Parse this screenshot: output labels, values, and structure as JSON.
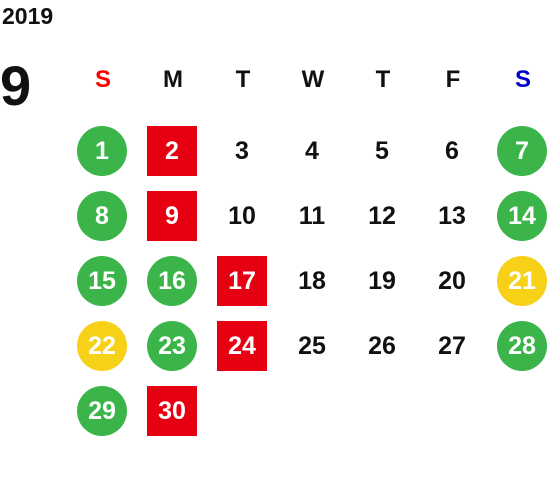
{
  "year": "2019",
  "month": "9",
  "colors": {
    "sunday": "#ff0000",
    "saturday": "#0000cc",
    "green": "#3bb54a",
    "yellow": "#f7d117",
    "red": "#e60012"
  },
  "weekdays": [
    "S",
    "M",
    "T",
    "W",
    "T",
    "F",
    "S"
  ],
  "weeks": [
    [
      {
        "d": "1",
        "s": "green"
      },
      {
        "d": "2",
        "s": "red"
      },
      {
        "d": "3",
        "s": ""
      },
      {
        "d": "4",
        "s": ""
      },
      {
        "d": "5",
        "s": ""
      },
      {
        "d": "6",
        "s": ""
      },
      {
        "d": "7",
        "s": "green"
      }
    ],
    [
      {
        "d": "8",
        "s": "green"
      },
      {
        "d": "9",
        "s": "red"
      },
      {
        "d": "10",
        "s": ""
      },
      {
        "d": "11",
        "s": ""
      },
      {
        "d": "12",
        "s": ""
      },
      {
        "d": "13",
        "s": ""
      },
      {
        "d": "14",
        "s": "green"
      }
    ],
    [
      {
        "d": "15",
        "s": "green"
      },
      {
        "d": "16",
        "s": "green"
      },
      {
        "d": "17",
        "s": "red"
      },
      {
        "d": "18",
        "s": ""
      },
      {
        "d": "19",
        "s": ""
      },
      {
        "d": "20",
        "s": ""
      },
      {
        "d": "21",
        "s": "yellow"
      }
    ],
    [
      {
        "d": "22",
        "s": "yellow"
      },
      {
        "d": "23",
        "s": "green"
      },
      {
        "d": "24",
        "s": "red"
      },
      {
        "d": "25",
        "s": ""
      },
      {
        "d": "26",
        "s": ""
      },
      {
        "d": "27",
        "s": ""
      },
      {
        "d": "28",
        "s": "green"
      }
    ],
    [
      {
        "d": "29",
        "s": "green"
      },
      {
        "d": "30",
        "s": "red"
      }
    ]
  ]
}
